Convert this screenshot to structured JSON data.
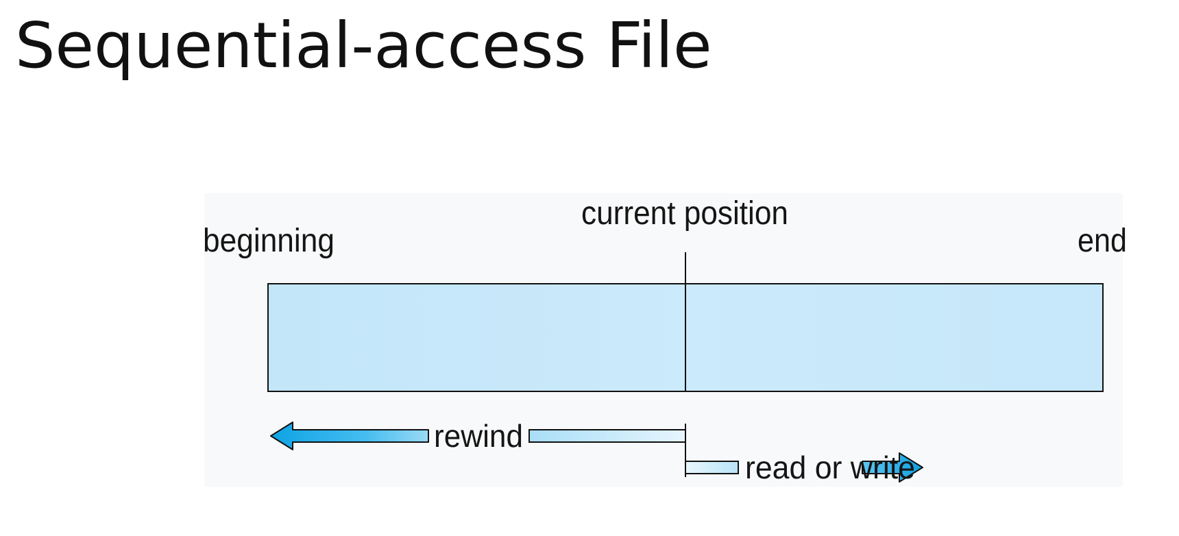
{
  "slide": {
    "title": "Sequential-access File"
  },
  "diagram": {
    "labels": {
      "beginning": "beginning",
      "current_position": "current position",
      "end": "end",
      "rewind": "rewind",
      "read_or_write": "read or write"
    },
    "colors": {
      "file_fill": "#c9e9fa",
      "arrow_blue": "#1ea9e6",
      "line": "#111111",
      "background": "#f8f9fa"
    }
  }
}
